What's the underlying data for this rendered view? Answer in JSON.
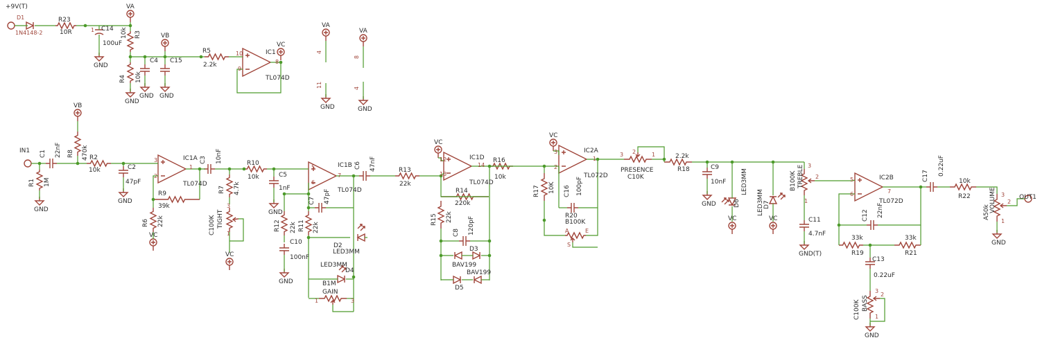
{
  "colors": {
    "wire": "#4c9a2a",
    "symbol": "#a0453a",
    "text": "#2b2b2b"
  },
  "labels": {
    "vin": "+9V(T)",
    "d1": "D1",
    "d1_type": "1N4148-2",
    "r23": "R23",
    "r23_v": "10R",
    "c14": "C14",
    "c14_v": "100uF",
    "va": "VA",
    "vb": "VB",
    "vc": "VC",
    "gnd": "GND",
    "gndt": "GND(T)",
    "r3": "R3",
    "r3_v": "10k",
    "r4": "R4",
    "r4_v": "10k",
    "c4": "C4",
    "c15": "C15",
    "r5": "R5",
    "r5_v": "2.2k",
    "ic1": "IC1",
    "tl074d": "TL074D",
    "tl072d": "TL072D",
    "p4": "4",
    "p11": "11",
    "p8": "8",
    "in1": "IN1",
    "out1": "OUT1",
    "c1": "C1",
    "c1_v": "22nF",
    "r1": "R1",
    "r1_v": "1M",
    "r8": "R8",
    "r8_v": "470k",
    "r2": "R2",
    "r2_v": "10k",
    "c2": "C2",
    "c2_v": "47pF",
    "ic1a": "IC1A",
    "r9": "R9",
    "r9_v": "39k",
    "r6": "R6",
    "r6_v": "22k",
    "c3": "C3",
    "c3_v": "10nF",
    "r7": "R7",
    "r7_v": "4.7k",
    "tight": "TIGHT",
    "tight_v": "C100K",
    "r10": "R10",
    "r10_v": "10k",
    "c5": "C5",
    "c5_v": "1nF",
    "ic1b": "IC1B",
    "c7": "C7",
    "c7_v": "47pF",
    "r12": "R12",
    "r12_v": "22k",
    "r11": "R11",
    "r11_v": "22k",
    "c10": "C10",
    "c10_v": "100nF",
    "d2": "D2",
    "led": "LED3MM",
    "d4": "D4",
    "gain": "GAIN",
    "gain_v": "B1M",
    "c6": "C6",
    "c6_v": "47nF",
    "r13": "R13",
    "r13_v": "22k",
    "ic1d": "IC1D",
    "r16": "R16",
    "r16_v": "10k",
    "r14": "R14",
    "r14_v": "220k",
    "r15": "R15",
    "r15_v": "22k",
    "c8": "C8",
    "c8_v": "120pF",
    "d3": "D3",
    "d5": "D5",
    "bav199": "BAV199",
    "ic2a": "IC2A",
    "r17": "R17",
    "r17_v": "10K",
    "c16": "C16",
    "c16_v": "100pF",
    "r20": "R20",
    "r20_v": "B100K",
    "presence": "PRESENCE",
    "presence_v": "C10K",
    "r18": "R18",
    "r18_v": "2.2k",
    "c9": "C9",
    "c9_v": "10nF",
    "d6": "D6",
    "d7": "D7",
    "treble": "TREBLE",
    "treble_v": "B100K",
    "c11": "C11",
    "c11_v": "4.7nF",
    "ic2b": "IC2B",
    "c12": "C12",
    "c12_v": "22nF",
    "r19": "R19",
    "r19_v": "33k",
    "r21": "R21",
    "r21_v": "33k",
    "c13": "C13",
    "c13_v": "0.22uF",
    "bass": "BASS",
    "bass_v": "C100K",
    "c17": "C17",
    "c17_v": "0.22uF",
    "r22": "R22",
    "r22_v": "10k",
    "volume": "VOLUME",
    "volume_v": "A50k",
    "p1": "1",
    "p2": "2",
    "p3": "3",
    "p5": "5",
    "p6": "6",
    "p7": "7",
    "p9": "9",
    "p10": "10",
    "p12": "12",
    "p13": "13",
    "p14": "14",
    "pa": "A",
    "pe": "E",
    "ps": "S"
  }
}
